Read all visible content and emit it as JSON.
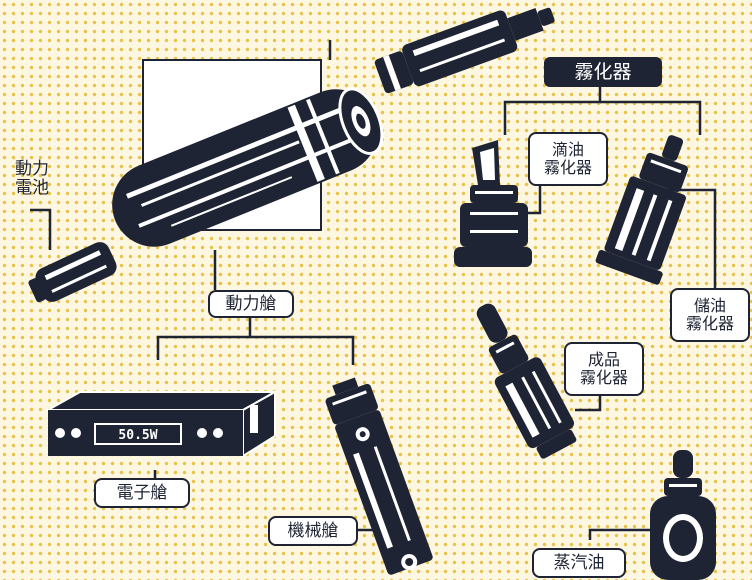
{
  "colors": {
    "ink": "#1e2433",
    "background": "#fdf6e0",
    "dots": "#e8c24a",
    "paper": "#ffffff"
  },
  "labels": {
    "atomizer": "霧化器",
    "drip_atomizer": [
      "滴油",
      "霧化器"
    ],
    "tank_atomizer": [
      "儲油",
      "霧化器"
    ],
    "prefilled_atomizer": [
      "成品",
      "霧化器"
    ],
    "battery": [
      "動力",
      "電池"
    ],
    "power_unit": "動力艙",
    "electronic_mod": "電子艙",
    "mechanical_mod": "機械艙",
    "e_liquid": "蒸汽油",
    "mod_screen": "50.5W"
  },
  "icons": {
    "vape_pen": "vape-pen-icon",
    "atomizer_tube": "atomizer-tube-icon",
    "battery": "battery-cell-icon",
    "drip_atomizer": "drip-atomizer-icon",
    "tank_atomizer": "tank-atomizer-icon",
    "prefilled_atomizer": "prefilled-atomizer-icon",
    "box_mod": "box-mod-icon",
    "mech_mod": "mechanical-mod-icon",
    "liquid_bottle": "dropper-bottle-icon"
  }
}
